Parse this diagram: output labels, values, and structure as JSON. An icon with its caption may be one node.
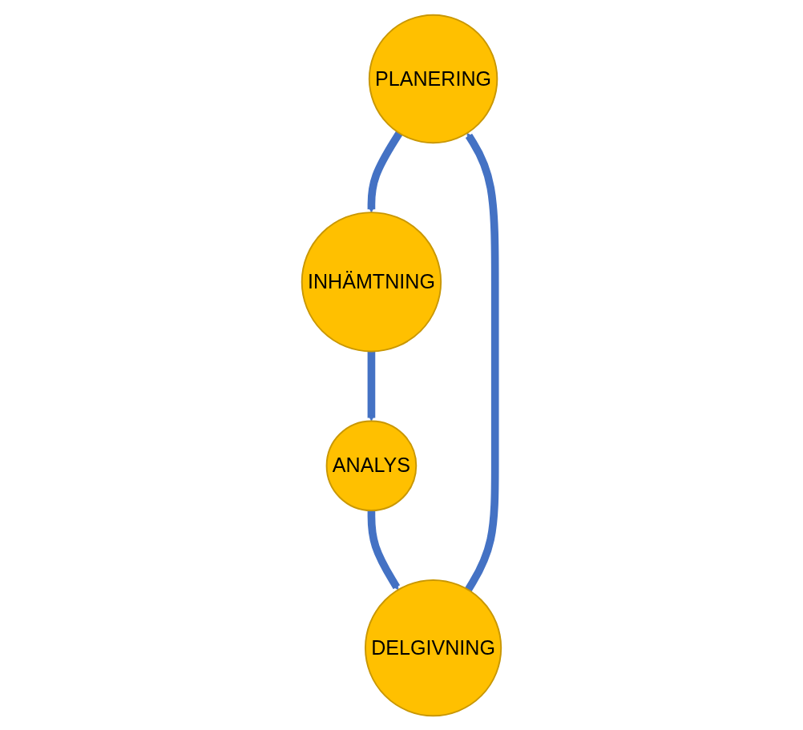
{
  "diagram": {
    "nodes": [
      {
        "text": [
          "PLANERING"
        ]
      },
      {
        "text": [
          "INHÄMTNING"
        ]
      },
      {
        "text": [
          "ANALYS"
        ]
      },
      {
        "text": [
          "DELGIVNING"
        ]
      }
    ],
    "edges": [
      {
        "from": 0,
        "to": 1,
        "arrow": "to"
      },
      {
        "from": 1,
        "to": 2,
        "arrow": "to"
      },
      {
        "from": 2,
        "to": 3,
        "arrow": "to"
      },
      {
        "from": 3,
        "to": 0,
        "arrow": "to"
      }
    ]
  }
}
